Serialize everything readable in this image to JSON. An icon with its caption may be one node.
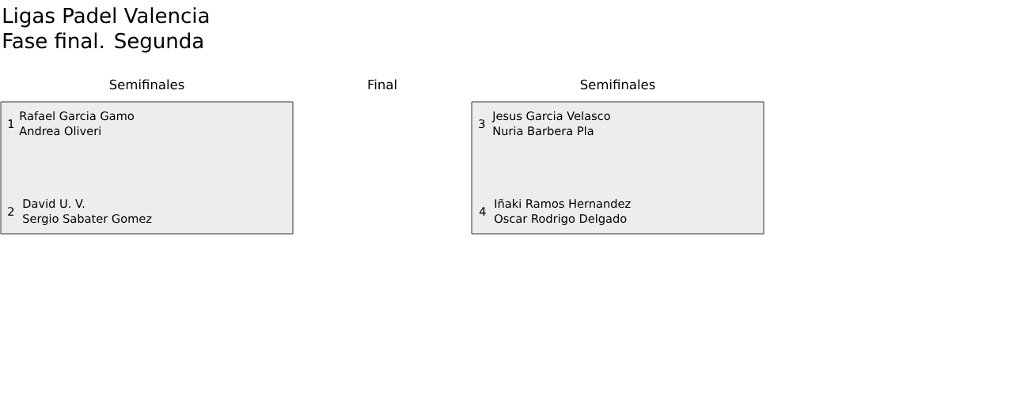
{
  "diagram": {
    "title": "Ligas Padel Valencia",
    "nodes": [
      {
        "text": [
          "1",
          "Rafael Garcia Gamo",
          "Andrea Oliveri",
          "2",
          "David U. V.",
          "Sergio Sabater Gomez"
        ]
      },
      {
        "text": [
          "3",
          "Jesus Garcia Velasco",
          "Nuria Barbera Pla",
          "4",
          "Iñaki Ramos Hernandez",
          "Oscar Rodrigo Delgado"
        ]
      }
    ],
    "labels": [
      "Fase final. Segunda",
      "Semifinales",
      "Final",
      "Semifinales"
    ]
  }
}
